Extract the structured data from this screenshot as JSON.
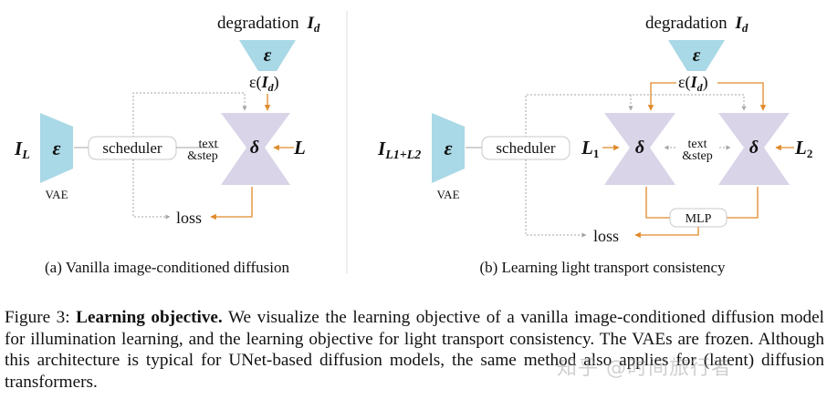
{
  "figure": {
    "left": {
      "degradation_label": "degradation",
      "degradation_symbol": "I",
      "degradation_sub": "d",
      "encoder_symbol": "ε",
      "eps_func": "ε(",
      "eps_arg": "I",
      "eps_sub": "d",
      "eps_close": ")",
      "input_symbol": "I",
      "input_sub": "L",
      "vae_label": "VAE",
      "scheduler_label": "scheduler",
      "text_label": "text",
      "step_label": "&step",
      "delta_symbol": "δ",
      "target_symbol": "L",
      "loss_label": "loss",
      "subcaption": "(a) Vanilla image-conditioned diffusion"
    },
    "right": {
      "degradation_label": "degradation",
      "degradation_symbol": "I",
      "degradation_sub": "d",
      "encoder_symbol": "ε",
      "eps_func": "ε(",
      "eps_arg": "I",
      "eps_sub": "d",
      "eps_close": ")",
      "input_symbol": "I",
      "input_sub": "L1+L2",
      "vae_label": "VAE",
      "scheduler_label": "scheduler",
      "l1_symbol": "L",
      "l1_sub": "1",
      "l2_symbol": "L",
      "l2_sub": "2",
      "text_label": "text",
      "step_label": "&step",
      "delta_symbol": "δ",
      "mlp_label": "MLP",
      "loss_label": "loss",
      "subcaption": "(b) Learning light transport consistency"
    },
    "colors": {
      "encoder": "#a9d8e6",
      "unet": "#d9d4e8",
      "orange": "#e08a2a",
      "gray": "#a5a5a5"
    }
  },
  "caption": {
    "prefix": "Figure 3: ",
    "bold": "Learning objective.",
    "body": " We visualize the learning objective of a vanilla image-conditioned diffusion model for illumination learning, and the learning objective for light transport consistency. The VAEs are frozen. Although this architecture is typical for UNet-based diffusion models, the same method also applies for (latent) diffusion transformers."
  },
  "watermark": "知乎 @时间旅行者"
}
